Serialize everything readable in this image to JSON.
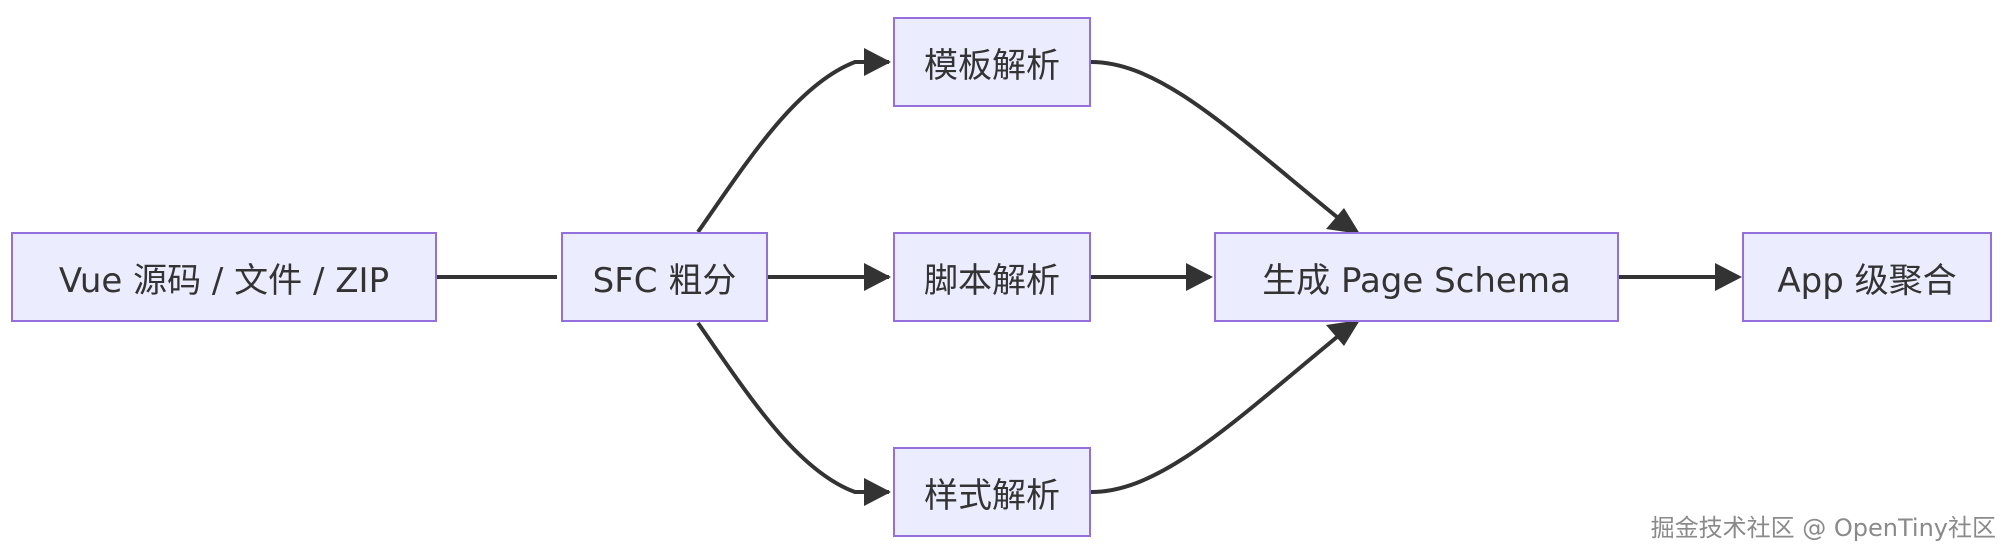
{
  "nodes": {
    "source": "Vue 源码 / 文件 / ZIP",
    "sfc": "SFC 粗分",
    "template": "模板解析",
    "script": "脚本解析",
    "style": "样式解析",
    "page_schema": "生成 Page Schema",
    "app": "App 级聚合"
  },
  "edges": [
    {
      "from": "source",
      "to": "sfc"
    },
    {
      "from": "sfc",
      "to": "template"
    },
    {
      "from": "sfc",
      "to": "script"
    },
    {
      "from": "sfc",
      "to": "style"
    },
    {
      "from": "template",
      "to": "page_schema"
    },
    {
      "from": "script",
      "to": "page_schema"
    },
    {
      "from": "style",
      "to": "page_schema"
    },
    {
      "from": "page_schema",
      "to": "app"
    }
  ],
  "colors": {
    "node_fill": "#ececff",
    "node_border": "#9370db",
    "edge": "#333333"
  },
  "watermark": "掘金技术社区 @ OpenTiny社区"
}
